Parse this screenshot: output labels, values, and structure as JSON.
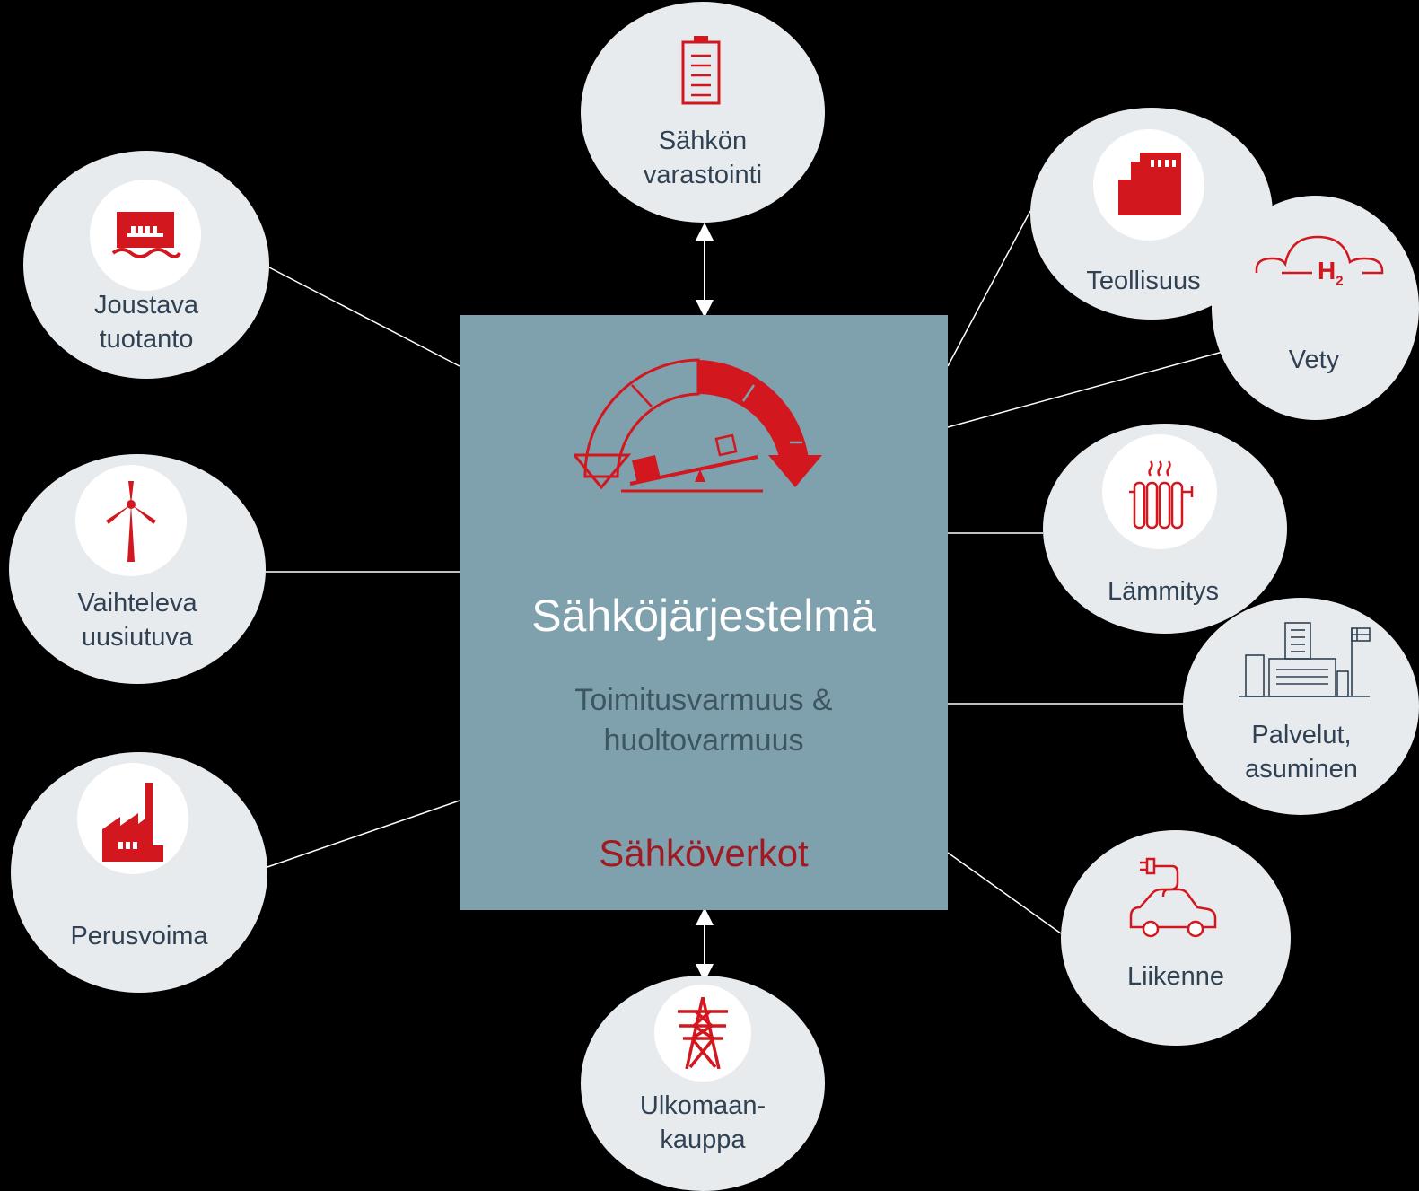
{
  "colors": {
    "background": "#000000",
    "node_fill": "#e8ebee",
    "node_text": "#2f4153",
    "center_fill": "#7fa0ad",
    "accent_red": "#d2171f",
    "dark_red": "#a11a22"
  },
  "center": {
    "title": "Sähköjärjestelmä",
    "subtitle_line1": "Toimitusvarmuus &",
    "subtitle_line2": "huoltovarmuus",
    "footer": "Sähköverkot",
    "icon": "balance-gauge-icon"
  },
  "nodes": {
    "storage": {
      "line1": "Sähkön",
      "line2": "varastointi",
      "icon": "battery-icon"
    },
    "flexible": {
      "line1": "Joustava",
      "line2": "tuotanto",
      "icon": "hydro-plant-icon"
    },
    "variable": {
      "line1": "Vaihteleva",
      "line2": "uusiutuva",
      "icon": "wind-turbine-icon"
    },
    "baseload": {
      "line1": "Perusvoima",
      "icon": "power-plant-icon"
    },
    "trade": {
      "line1": "Ulkomaan-",
      "line2": "kauppa",
      "icon": "transmission-tower-icon"
    },
    "industry": {
      "line1": "Teollisuus",
      "icon": "factory-icon"
    },
    "hydrogen": {
      "line1": "Vety",
      "icon": "hydrogen-cloud-icon",
      "symbol": "H",
      "subscript": "2"
    },
    "heating": {
      "line1": "Lämmitys",
      "icon": "radiator-icon"
    },
    "services": {
      "line1": "Palvelut,",
      "line2": "asuminen",
      "icon": "buildings-icon"
    },
    "transport": {
      "line1": "Liikenne",
      "icon": "electric-car-icon"
    }
  }
}
